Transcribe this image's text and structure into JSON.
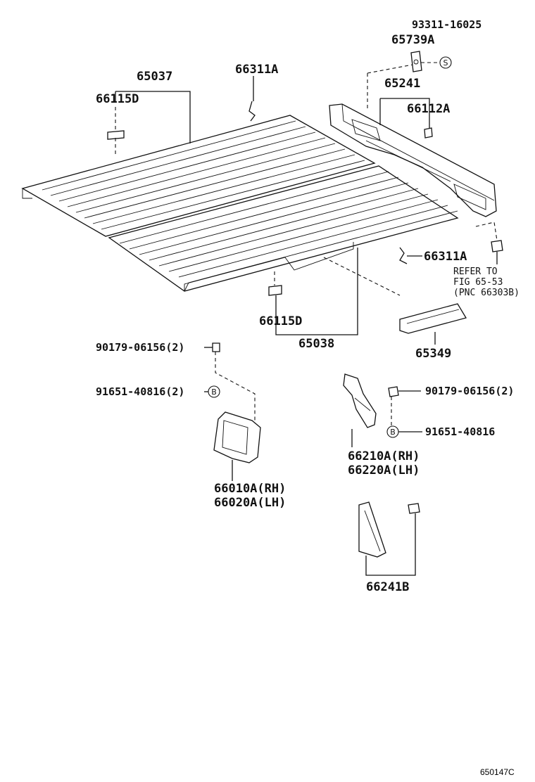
{
  "labels": {
    "p93311": "93311-16025",
    "p65739A": "65739A",
    "p65241": "65241",
    "p66112A": "66112A",
    "p65037": "65037",
    "p66311A_top": "66311A",
    "p66115D_top": "66115D",
    "p66311A_right": "66311A",
    "refer_line1": "REFER TO",
    "refer_line2": "FIG  65-53",
    "refer_line3": "(PNC 66303B)",
    "p66115D_bottom": "66115D",
    "p65038": "65038",
    "p65349": "65349",
    "p90179_left": "90179-06156(2)",
    "p91651_left": "91651-40816(2)",
    "p90179_right": "90179-06156(2)",
    "p91651_right": "91651-40816",
    "p66210A": "66210A(RH)",
    "p66220A": "66220A(LH)",
    "p66010A": "66010A(RH)",
    "p66020A": "66020A(LH)",
    "p66241B": "66241B",
    "figure_code": "650147C"
  },
  "markers": {
    "s_marker": "S",
    "b_marker_left": "B",
    "b_marker_right": "B"
  }
}
